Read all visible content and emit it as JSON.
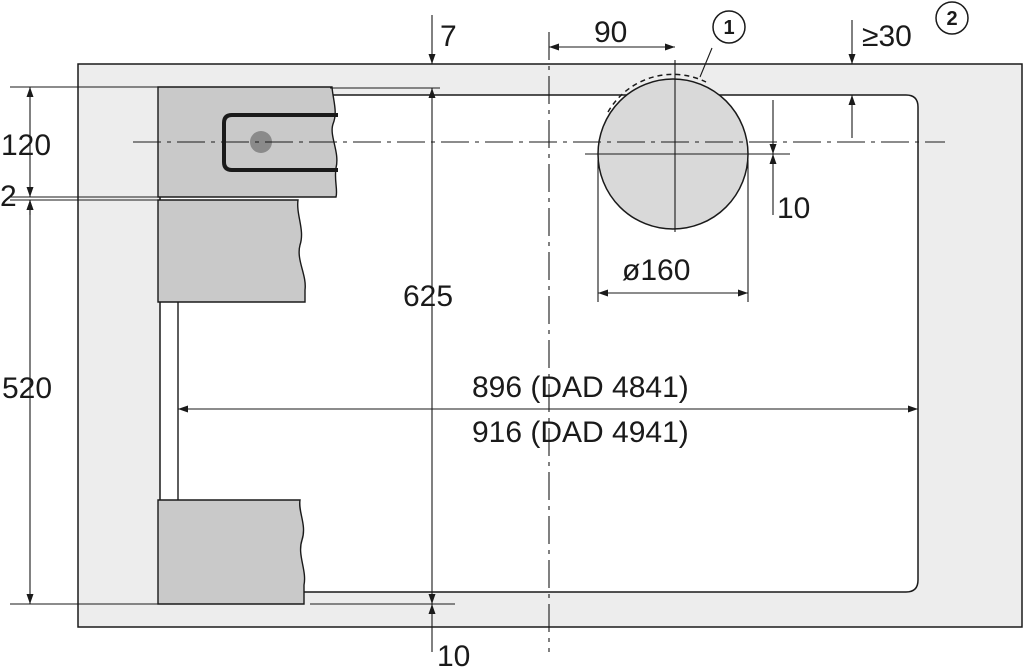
{
  "diagram": {
    "colors": {
      "outer_panel": "#ededed",
      "cabinet_part": "#c9c9c9",
      "cutout_circle": "#d9d9d9",
      "handle_knob": "#8a8a8a",
      "line": "#1a1a1a"
    },
    "dimensions": {
      "top_gap": "7",
      "duct_offset": "90",
      "clearance": "≥30",
      "height_upper": "120",
      "gap_small": "2",
      "height_lower": "520",
      "depth": "625",
      "circle_offset": "10",
      "diameter": "ø160",
      "width_a": "896 (DAD 4841)",
      "width_b": "916 (DAD 4941)",
      "bottom_gap": "10"
    },
    "callouts": {
      "cutout_marker": "1",
      "clearance_marker": "2"
    }
  }
}
